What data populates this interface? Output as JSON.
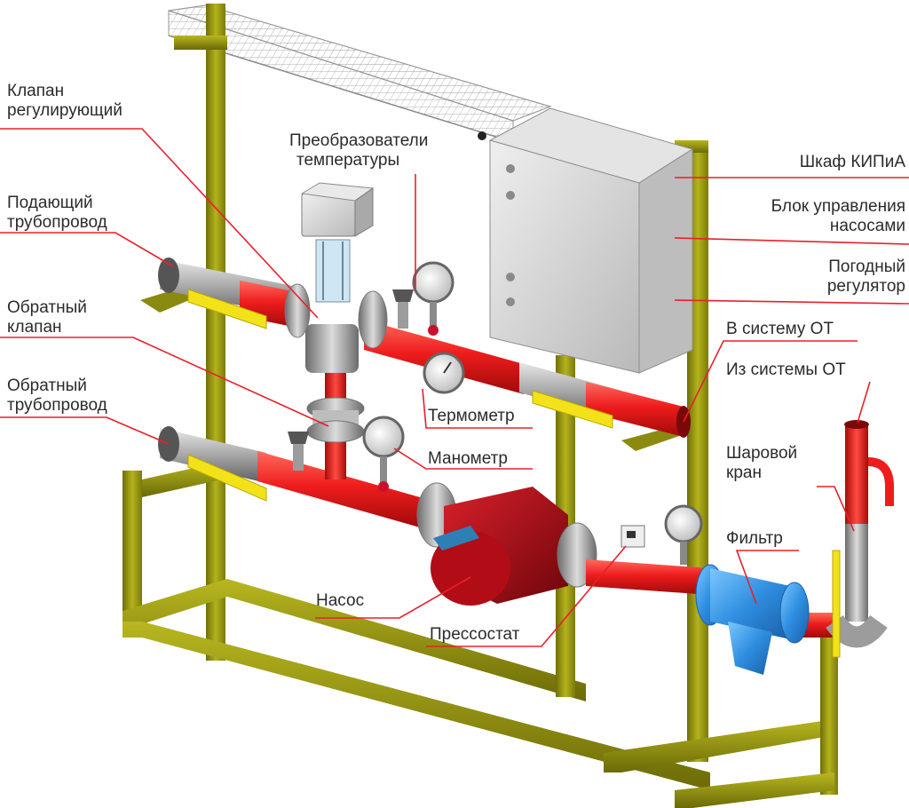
{
  "labels": {
    "control_valve_l1": "Клапан",
    "control_valve_l2": "регулирующий",
    "supply_pipe_l1": "Подающий",
    "supply_pipe_l2": "трубопровод",
    "check_valve_l1": "Обратный",
    "check_valve_l2": "клапан",
    "return_pipe_l1": "Обратный",
    "return_pipe_l2": "трубопровод",
    "temp_sensors_l1": "Преобразователи",
    "temp_sensors_l2": "температуры",
    "cabinet": "Шкаф КИПиА",
    "pump_control_l1": "Блок управления",
    "pump_control_l2": "насосами",
    "weather_reg_l1": "Погодный",
    "weather_reg_l2": "регулятор",
    "to_system": "В систему ОТ",
    "from_system": "Из системы ОТ",
    "thermometer": "Термометр",
    "manometer": "Манометр",
    "ball_valve_l1": "Шаровой",
    "ball_valve_l2": "кран",
    "filter": "Фильтр",
    "pump": "Насос",
    "pressostat": "Прессостат"
  },
  "colors": {
    "frame": "#9b9a12",
    "frame_dark": "#6f6e08",
    "pipe_red": "#ee1c1c",
    "pipe_grey": "#9c9c9c",
    "cabinet": "#d7d7d7",
    "pump": "#b20d16",
    "filter": "#2f8ee0",
    "handle": "#f3e21a",
    "leader": "#e8202a"
  }
}
